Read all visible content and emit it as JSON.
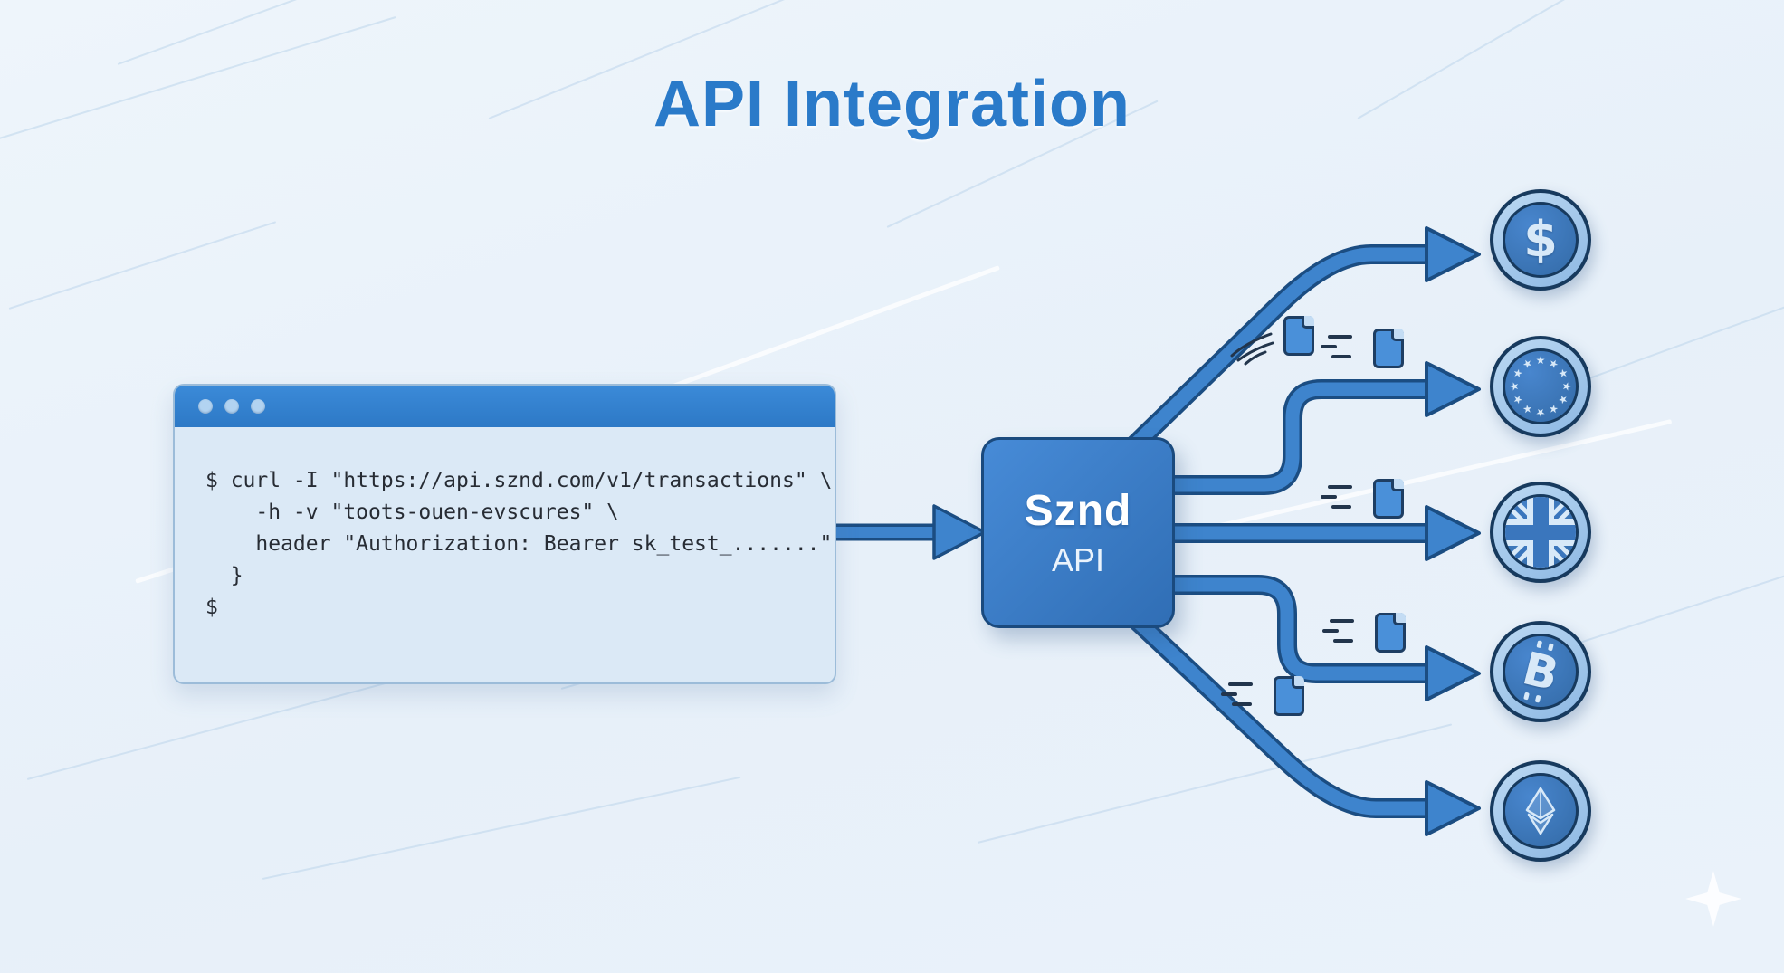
{
  "title": "API Integration",
  "terminal": {
    "code_lines": [
      "$ curl -I \"https://api.sznd.com/v1/transactions\" \\",
      "    -h -v \"toots-ouen-evscures\" \\",
      "    header \"Authorization: Bearer sk_test_.......\"",
      "  }",
      "$"
    ]
  },
  "api_box": {
    "title": "Sznd",
    "subtitle": "API"
  },
  "currencies": [
    {
      "icon": "dollar-coin-icon",
      "symbol": "$"
    },
    {
      "icon": "euro-stars-coin-icon",
      "star_symbol": "★"
    },
    {
      "icon": "uk-flag-coin-icon"
    },
    {
      "icon": "bitcoin-coin-icon",
      "symbol": "B"
    },
    {
      "icon": "ethereum-coin-icon"
    }
  ],
  "colors": {
    "accent_blue": "#3e84cd",
    "outline_navy": "#1b4d82",
    "background": "#e9f1f9",
    "title_blue": "#2a7ac9"
  }
}
